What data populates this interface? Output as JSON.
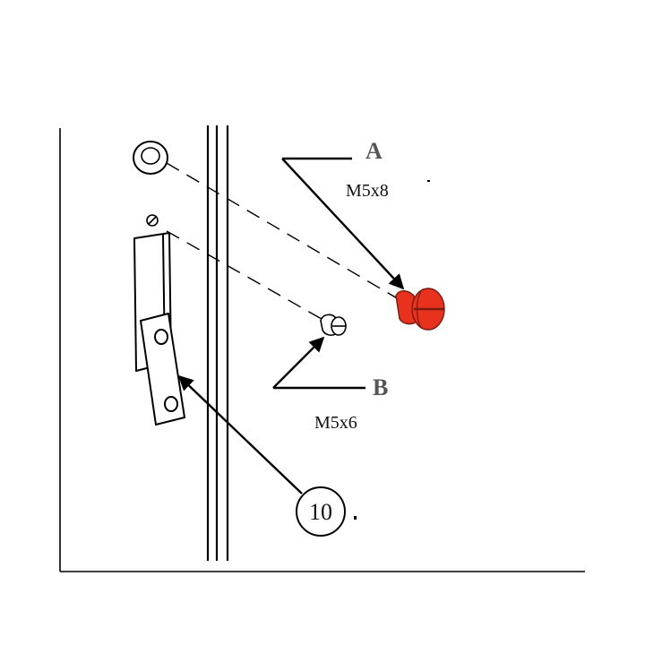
{
  "callouts": {
    "a": {
      "letter": "A",
      "spec": "M5x8"
    },
    "b": {
      "letter": "B",
      "spec": "M5x6"
    },
    "part": {
      "number": "10"
    }
  },
  "colors": {
    "highlight_screw": "#e8321e",
    "line": "#000000",
    "label_letter": "#555555"
  }
}
